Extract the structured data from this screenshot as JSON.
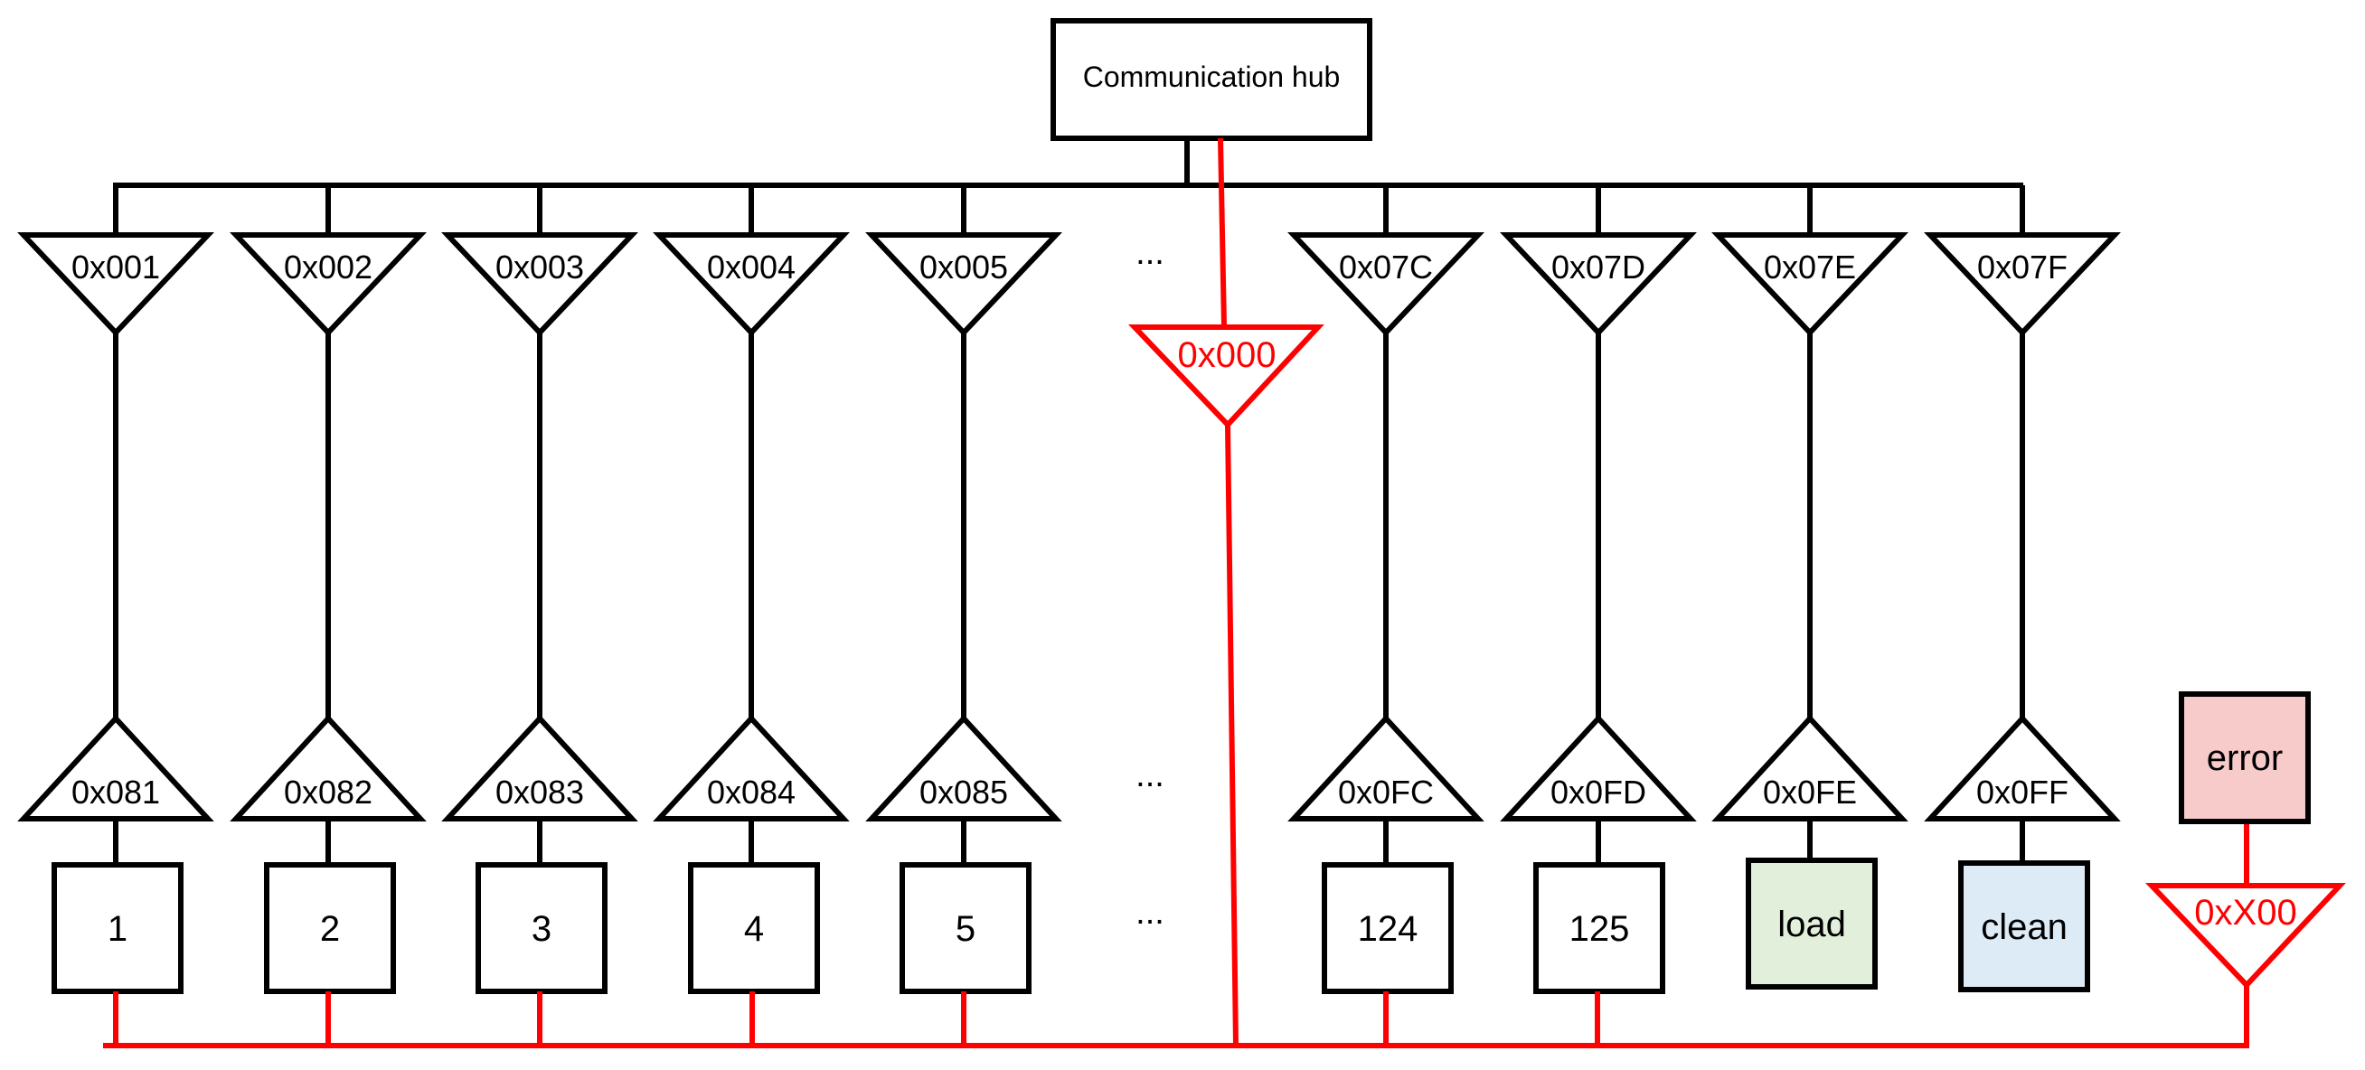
{
  "hub": {
    "label": "Communication hub"
  },
  "ellipsis": "...",
  "colors": {
    "line": "#000000",
    "error_path": "#ff0000",
    "load_fill": "#e2efda",
    "clean_fill": "#ddebf7",
    "error_fill": "#f8cbcb"
  },
  "channels": [
    {
      "top": "0x001",
      "bottom": "0x081",
      "node": "1"
    },
    {
      "top": "0x002",
      "bottom": "0x082",
      "node": "2"
    },
    {
      "top": "0x003",
      "bottom": "0x083",
      "node": "3"
    },
    {
      "top": "0x004",
      "bottom": "0x084",
      "node": "4"
    },
    {
      "top": "0x005",
      "bottom": "0x085",
      "node": "5"
    },
    {
      "top": "0x07C",
      "bottom": "0x0FC",
      "node": "124"
    },
    {
      "top": "0x07D",
      "bottom": "0x0FD",
      "node": "125"
    },
    {
      "top": "0x07E",
      "bottom": "0x0FE",
      "node": "load"
    },
    {
      "top": "0x07F",
      "bottom": "0x0FF",
      "node": "clean"
    }
  ],
  "broadcast": {
    "label": "0x000"
  },
  "error": {
    "box": "error",
    "triangle": "0xX00"
  }
}
